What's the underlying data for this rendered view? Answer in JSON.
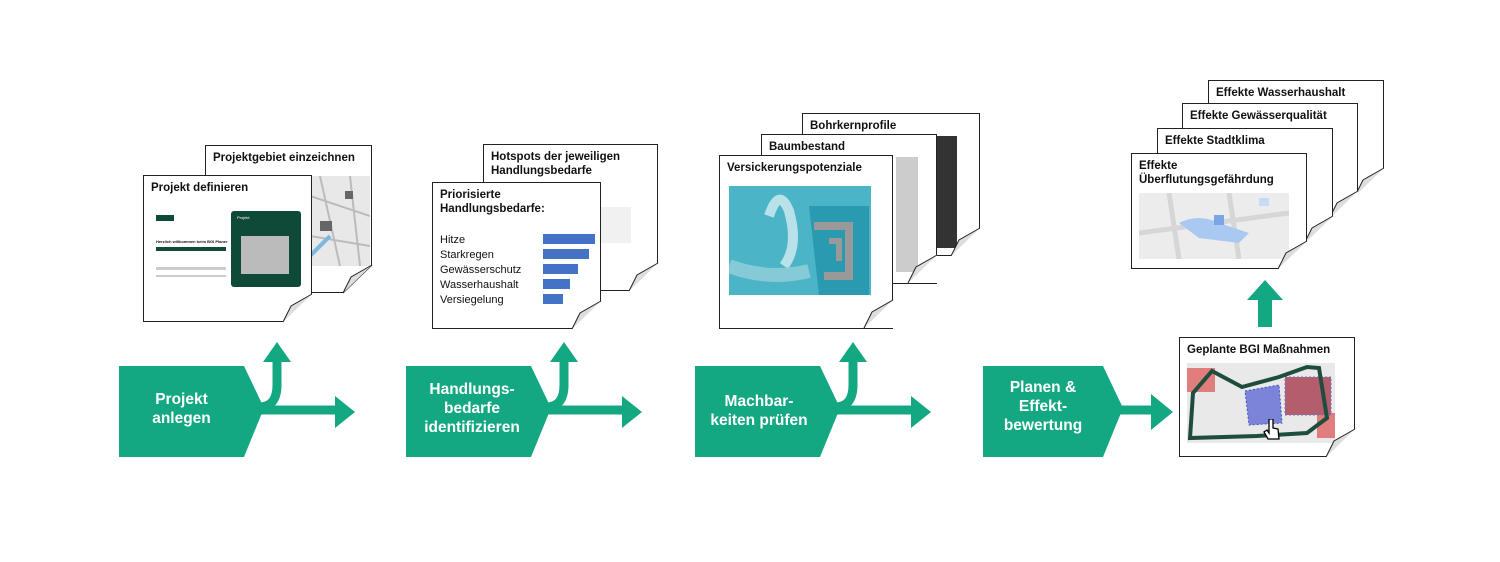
{
  "colors": {
    "accent": "#14a882",
    "bar": "#4472c4",
    "dark_green": "#0e4a37"
  },
  "group1": {
    "back_title": "Projektgebiet einzeichnen",
    "front_title": "Projekt definieren",
    "mini_heading": "Herzlich willkommen beim BGI Planer",
    "mini_card": "Projekt"
  },
  "group2": {
    "back_title": "Hotspots der jeweiligen Handlungsbedarfe",
    "front_title": "Priorisierte Handlungsbedarfe:",
    "items": [
      {
        "label": "Hitze",
        "value": 1.0
      },
      {
        "label": "Starkregen",
        "value": 0.88
      },
      {
        "label": "Gewässerschutz",
        "value": 0.68
      },
      {
        "label": "Wasserhaushalt",
        "value": 0.52
      },
      {
        "label": "Versiegelung",
        "value": 0.38
      }
    ]
  },
  "group3": {
    "titles": [
      "Bohrkernprofile",
      "Baumbestand",
      "Versickerungspotenziale"
    ]
  },
  "group4": {
    "titles": [
      "Effekte Wasserhaushalt",
      "Effekte Gewässerqualität",
      "Effekte Stadtklima",
      "Effekte Überflutungsgefährdung"
    ],
    "plan_title": "Geplante BGI Maßnahmen"
  },
  "steps": [
    {
      "label": "Projekt\nanlegen"
    },
    {
      "label": "Handlungs-\nbedarfe\nidentifizieren"
    },
    {
      "label": "Machbar-\nkeiten prüfen"
    },
    {
      "label": "Planen &\nEffekt-\nbewertung"
    }
  ],
  "icons": [
    "up-arrow-icon",
    "right-arrow-icon",
    "cursor-hand-icon",
    "folded-corner-icon"
  ]
}
